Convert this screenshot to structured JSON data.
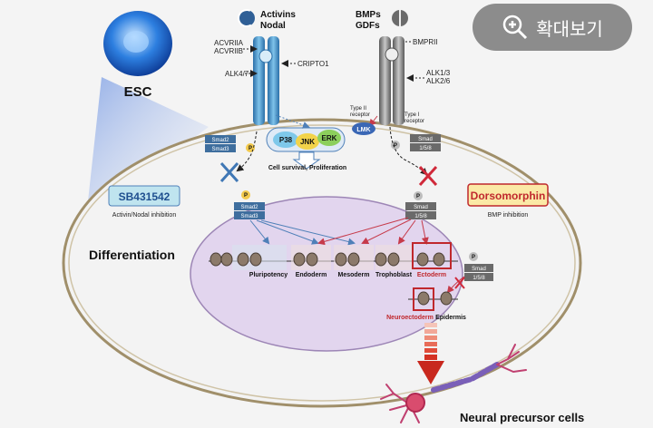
{
  "top_labels": {
    "activins_nodal": [
      "Activins",
      "Nodal"
    ],
    "bmps_gdfs": [
      "BMPs",
      "GDFs"
    ]
  },
  "left_receptor": {
    "acvr": [
      "ACVRIIA",
      "ACVRIIB"
    ],
    "alk": "ALK4/7",
    "cripto": "CRIPTO1"
  },
  "right_receptor": {
    "bmpr": "BMPRII",
    "alk": [
      "ALK1/3",
      "ALK2/6"
    ],
    "type2": [
      "Type II",
      "receptor"
    ],
    "type1": [
      "Type I",
      "receptor"
    ],
    "lmk": "LMK"
  },
  "cytoplasm": {
    "left_smad": [
      "Smad2",
      "Smad3"
    ],
    "right_smad": [
      "Smad",
      "1/5/8"
    ],
    "phospho": "P",
    "kinases": [
      "P38",
      "JNK",
      "ERK"
    ],
    "survival": "Cell survival, Proliferation"
  },
  "esc_label": "ESC",
  "inhibitors": {
    "left": {
      "name": "SB431542",
      "desc": "Activin/Nodal inhibition"
    },
    "right": {
      "name": "Dorsomorphin",
      "desc": "BMP inhibition"
    }
  },
  "differentiation": "Differentiation",
  "nucleus": {
    "left_smad": [
      "Smad2",
      "Smad3"
    ],
    "right_smad": [
      "Smad",
      "1/5/8"
    ],
    "outside_smad": [
      "Smad",
      "1/5/8"
    ],
    "lineages": [
      "Pluripotency",
      "Endoderm",
      "Mesoderm",
      "Trophoblast",
      "Ectoderm"
    ],
    "lower_lineages": [
      "Neuroectoderm",
      "Epidermis"
    ]
  },
  "neural_label": "Neural precursor cells",
  "zoom_button": {
    "label": "확대보기"
  },
  "colors": {
    "background": "#f4f4f4",
    "cell_border": "#9a8c6c",
    "nucleus_fill": "#e2d5ee",
    "activin_arrow": "#4f80b8",
    "bmp_arrow": "#c63a4a",
    "highlight": "#c0282d",
    "sb_box": "#bfe4ef",
    "dorso_box": "#fbe9a6"
  }
}
